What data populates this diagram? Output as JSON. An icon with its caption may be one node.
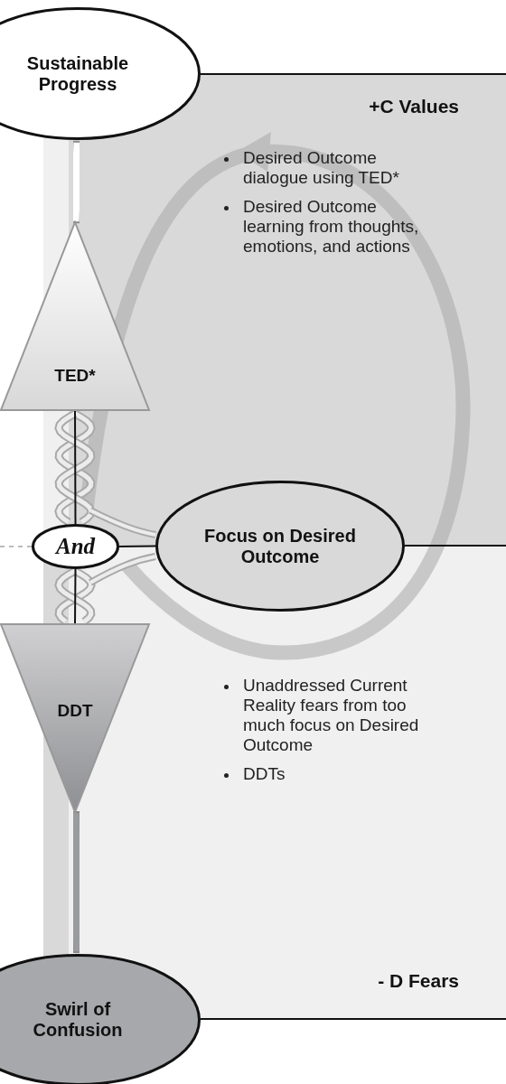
{
  "diagram": {
    "nodes": [
      {
        "text": [
          "Sustainable Progress"
        ]
      },
      {
        "text": [
          "+C Values",
          "Desired Outcome dialogue using TED*",
          "Desired Outcome learning from thoughts, emotions, and actions"
        ]
      },
      {
        "text": [
          "TED*"
        ]
      },
      {
        "text": [
          "And"
        ]
      },
      {
        "text": [
          "Focus on Desired Outcome"
        ]
      },
      {
        "text": [
          "Unaddressed Current Reality fears from too much focus on Desired Outcome",
          "DDTs",
          "- D Fears"
        ]
      },
      {
        "text": [
          "DDT"
        ]
      },
      {
        "text": [
          "Swirl of Confusion"
        ]
      }
    ],
    "edges": [
      {
        "from": 2,
        "to": 0,
        "arrow": "to",
        "style": "thick",
        "color": "#ffffff"
      },
      {
        "from": 2,
        "to": 3,
        "arrow": "none"
      },
      {
        "from": 3,
        "to": 6,
        "arrow": "none"
      },
      {
        "from": 3,
        "to": 4,
        "arrow": "none"
      },
      {
        "from": null,
        "to": 3,
        "arrow": "none",
        "style": "dashed",
        "color": "#bbbbbb"
      },
      {
        "from": 6,
        "to": 7,
        "arrow": "to",
        "style": "thick",
        "color": "#9a9b9e"
      }
    ]
  }
}
